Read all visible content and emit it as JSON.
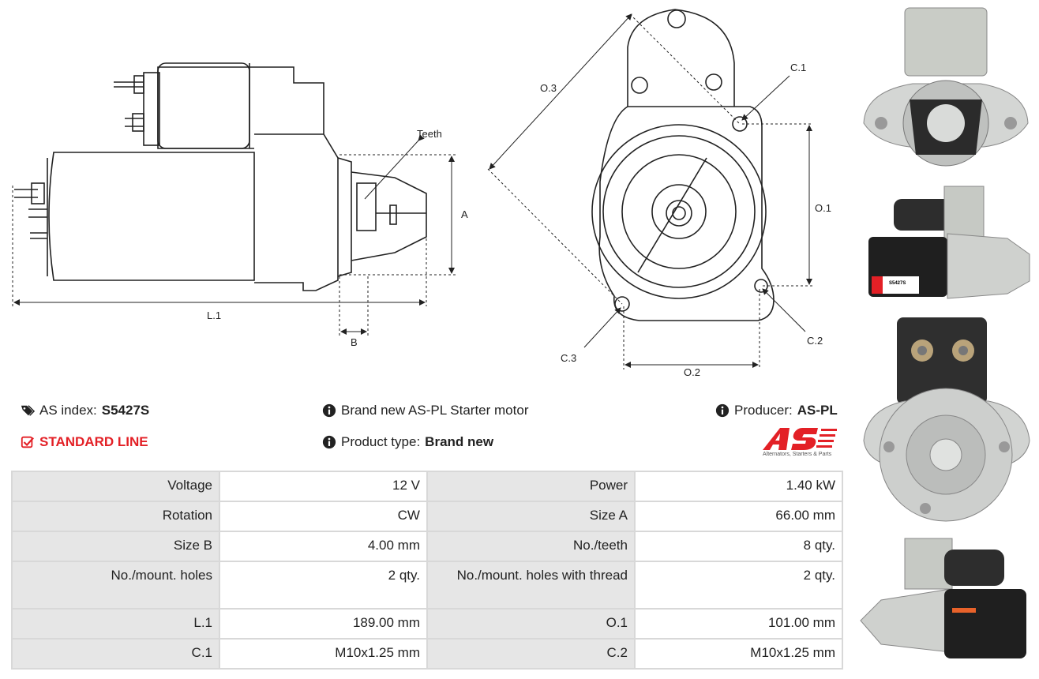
{
  "drawing": {
    "labels": {
      "teeth": "Teeth",
      "a": "A",
      "b": "B",
      "l1": "L.1",
      "o1": "O.1",
      "o2": "O.2",
      "o3": "O.3",
      "c1": "C.1",
      "c2": "C.2",
      "c3": "C.3"
    }
  },
  "info": {
    "as_index_label": "AS index:",
    "as_index_value": "S5427S",
    "standard_line": "STANDARD LINE",
    "description": "Brand new AS-PL Starter motor",
    "product_type_label": "Product type:",
    "product_type_value": "Brand new",
    "producer_label": "Producer:",
    "producer_value": "AS-PL"
  },
  "logo": {
    "mark": "AS",
    "tagline": "Alternators, Starters & Parts"
  },
  "photo_label": {
    "code": "S5427S"
  },
  "specs": [
    {
      "k1": "Voltage",
      "v1": "12 V",
      "k2": "Power",
      "v2": "1.40 kW"
    },
    {
      "k1": "Rotation",
      "v1": "CW",
      "k2": "Size A",
      "v2": "66.00 mm"
    },
    {
      "k1": "Size B",
      "v1": "4.00 mm",
      "k2": "No./teeth",
      "v2": "8 qty."
    },
    {
      "k1": "No./mount. holes",
      "v1": "2 qty.",
      "k2": "No./mount. holes with thread",
      "v2": "2 qty."
    },
    {
      "k1": "L.1",
      "v1": "189.00 mm",
      "k2": "O.1",
      "v2": "101.00 mm"
    },
    {
      "k1": "C.1",
      "v1": "M10x1.25 mm",
      "k2": "C.2",
      "v2": "M10x1.25 mm"
    }
  ],
  "colors": {
    "accent": "#e32026",
    "table_key_bg": "#e6e6e6",
    "table_border": "#d8d8d8"
  }
}
